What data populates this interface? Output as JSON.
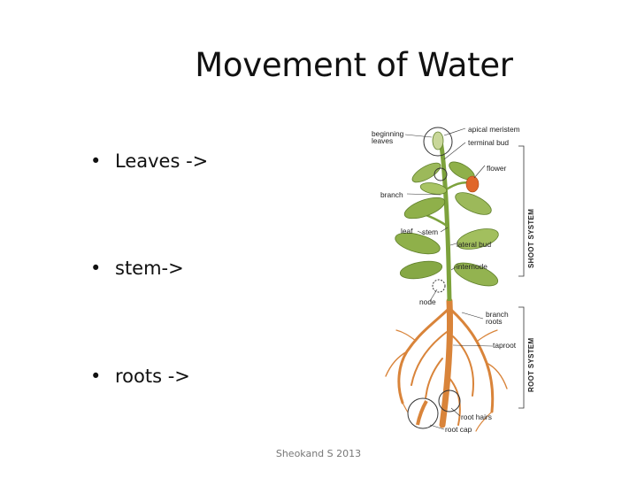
{
  "slide": {
    "title": "Movement of Water",
    "bullets": [
      {
        "text": "Leaves ->"
      },
      {
        "text": "stem->"
      },
      {
        "text": "roots ->"
      }
    ],
    "footer": "Sheokand S 2013"
  },
  "diagram": {
    "labels": {
      "beginning_leaves_1": "beginning",
      "beginning_leaves_2": "leaves",
      "apical_meristem": "apical meristem",
      "terminal_bud": "terminal bud",
      "flower": "flower",
      "branch": "branch",
      "leaf": "leaf",
      "stem": "stem",
      "lateral_bud": "lateral bud",
      "internode": "internode",
      "node": "node",
      "branch_roots_1": "branch",
      "branch_roots_2": "roots",
      "taproot": "taproot",
      "root_hairs": "root hairs",
      "root_cap": "root cap",
      "shoot_system": "SHOOT SYSTEM",
      "root_system": "ROOT SYSTEM"
    },
    "colors": {
      "leaf": "#8fb04a",
      "leaf_dark": "#5f7f2a",
      "stem": "#7da23c",
      "root": "#d9843a",
      "flower": "#e0662a"
    }
  }
}
